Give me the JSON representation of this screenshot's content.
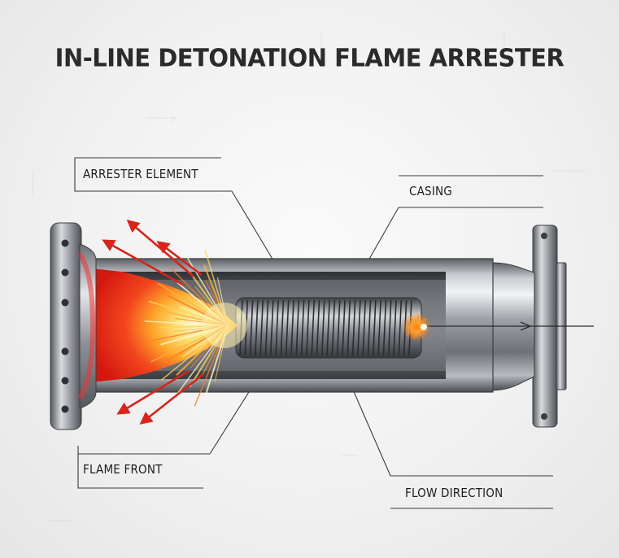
{
  "title": "IN-LINE DETONATION FLAME ARRESTER",
  "labels": {
    "arrester_element": "ARRESTER ELEMENT",
    "casing": "CASING",
    "flame_front": "FLAME FRONT",
    "flow_direction": "FLOW DIRECTION"
  },
  "colors": {
    "steel_dark": "#4a4d52",
    "steel_light": "#e9ebee",
    "flame_red": "#e8261a",
    "flame_yellow": "#ffd23a",
    "background": "#f2f2f2"
  }
}
